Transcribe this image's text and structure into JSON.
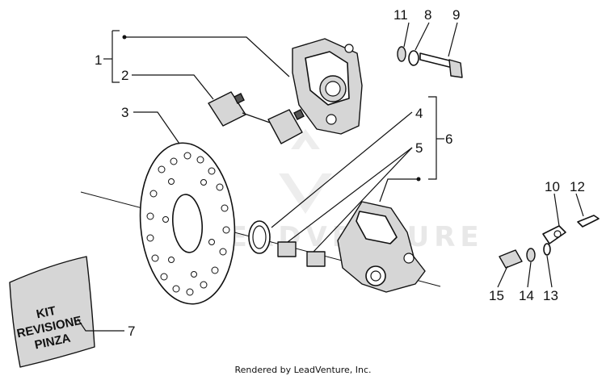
{
  "callouts": {
    "c1": "1",
    "c2": "2",
    "c3": "3",
    "c4": "4",
    "c5": "5",
    "c6": "6",
    "c7": "7",
    "c8": "8",
    "c9": "9",
    "c10": "10",
    "c11": "11",
    "c12": "12",
    "c13": "13",
    "c14": "14",
    "c15": "15"
  },
  "kit_label": {
    "line1": "KIT",
    "line2": "REVISIONE",
    "line3": "PINZA"
  },
  "watermark": "LEADVENTURE",
  "footer": "Rendered by LeadVenture, Inc."
}
